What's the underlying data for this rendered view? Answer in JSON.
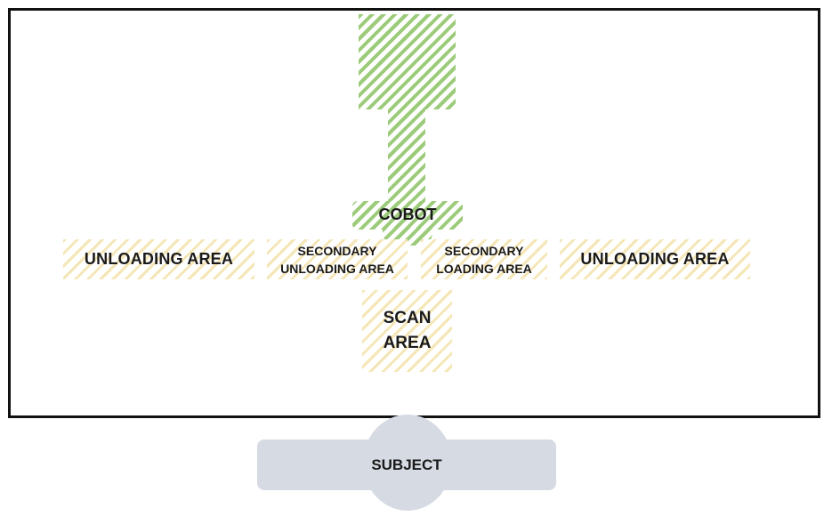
{
  "diagram": {
    "cobot_label": "COBOT",
    "unloading_area_left": "UNLOADING AREA",
    "secondary_unloading_line1": "SECONDARY",
    "secondary_unloading_line2": "UNLOADING AREA",
    "secondary_loading_line1": "SECONDARY",
    "secondary_loading_line2": "LOADING AREA",
    "unloading_area_right": "UNLOADING AREA",
    "scan_line1": "SCAN",
    "scan_line2": "AREA",
    "subject_label": "SUBJECT"
  },
  "colors": {
    "cobot_hatch": "#9ccb7a",
    "area_hatch": "#f5e6b6",
    "subject_fill": "#d5dae3",
    "frame": "#111111"
  }
}
